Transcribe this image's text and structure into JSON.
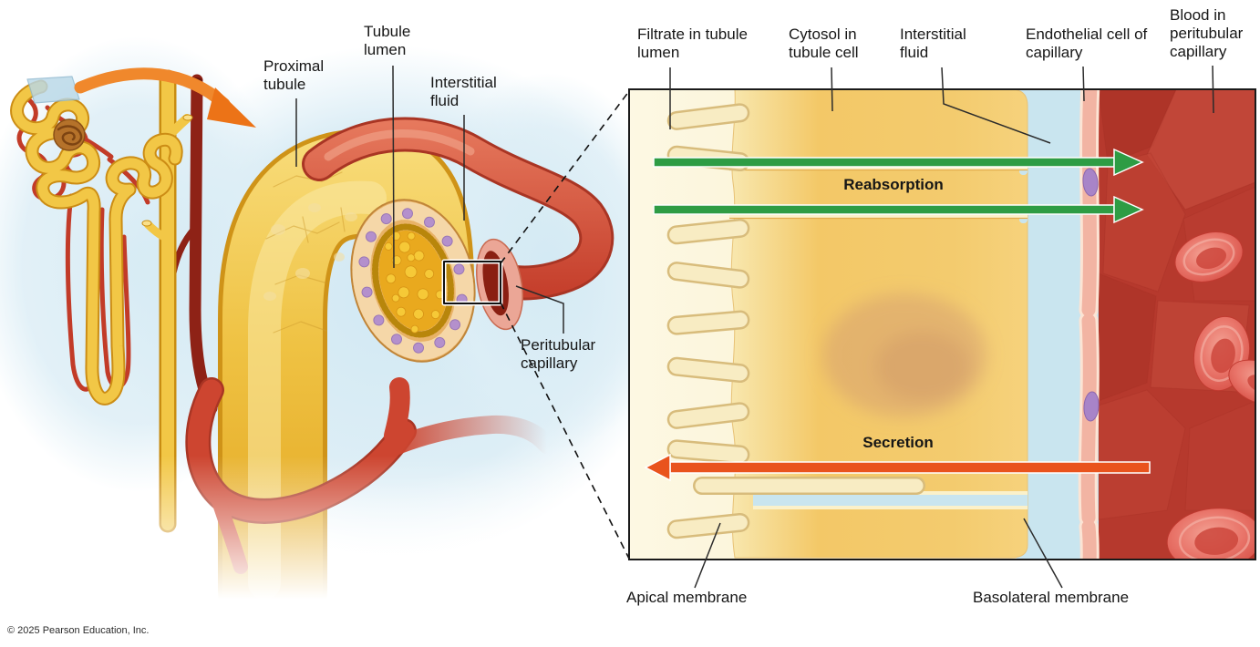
{
  "figure": {
    "copyright": "© 2025 Pearson Education, Inc.",
    "overview": {
      "labels": {
        "proximal_tubule": "Proximal tubule",
        "tubule_lumen": "Tubule lumen",
        "interstitial_fluid": "Interstitial fluid",
        "peritubular_capillary": "Peritubular capillary"
      }
    },
    "detail": {
      "labels": {
        "filtrate": "Filtrate in tubule lumen",
        "cytosol": "Cytosol in tubule cell",
        "interstitial_fluid": "Interstitial fluid",
        "endothelial": "Endothelial cell of capillary",
        "blood": "Blood in peritubular capillary",
        "apical": "Apical membrane",
        "basolateral": "Basolateral membrane"
      },
      "processes": {
        "reabsorption": {
          "label": "Reabsorption",
          "direction": "tubule lumen to blood",
          "color": "#2e9c44"
        },
        "secretion": {
          "label": "Secretion",
          "direction": "blood to tubule lumen",
          "color": "#e9531d"
        }
      },
      "region_colors": {
        "filtrate": "#f9efc9",
        "cytosol": "#f3c867",
        "interstitial_fluid": "#c9e5ef",
        "endothelium": "#f2b4a3",
        "blood": "#b6392d"
      }
    },
    "overview_colors": {
      "tubule_yellow": "#efc243",
      "capillary_red": "#cd4530",
      "highlight_arrow_orange": "#ec7317",
      "background_blue": "#d4eaf4"
    }
  }
}
